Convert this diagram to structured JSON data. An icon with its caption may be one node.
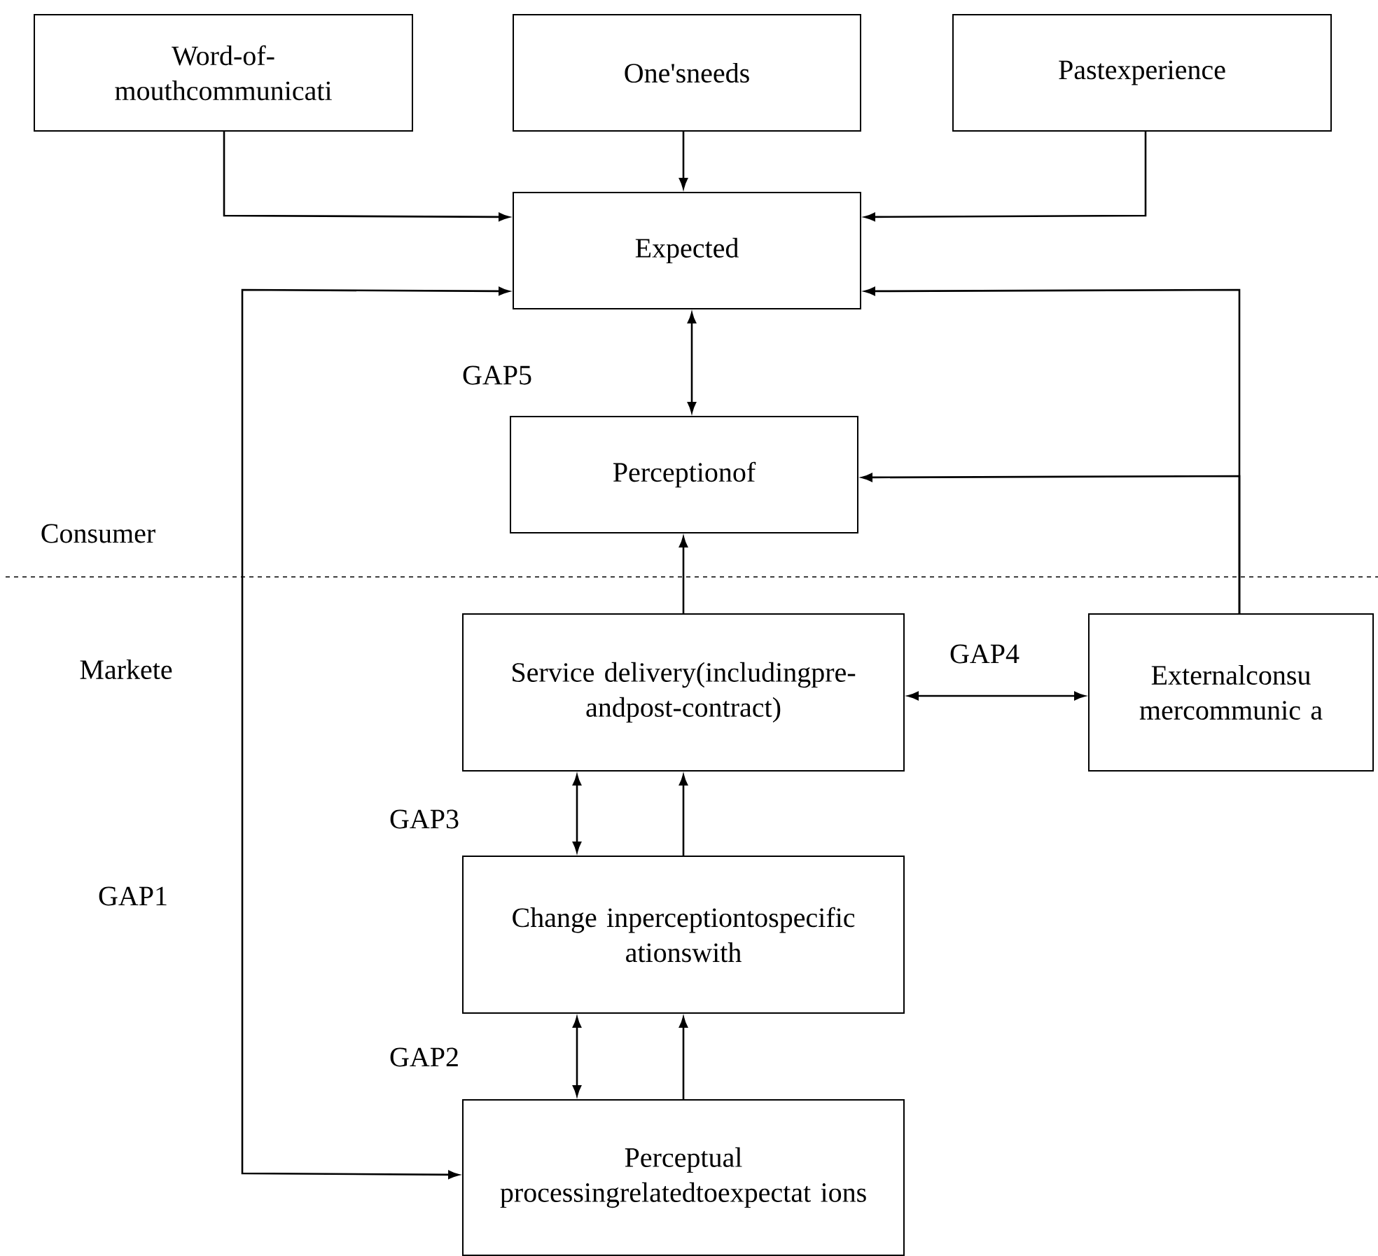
{
  "diagram": {
    "nodes": [
      {
        "text": [
          "Word-of- mouthcommunicati"
        ]
      },
      {
        "text": [
          "One'sneeds"
        ]
      },
      {
        "text": [
          "Pastexperience"
        ]
      },
      {
        "text": [
          "Expected"
        ]
      },
      {
        "text": [
          "Perceptionof"
        ]
      },
      {
        "text": [
          "Service delivery(includingpre- andpost-contract)"
        ]
      },
      {
        "text": [
          "Externalconsu mercommunic a"
        ]
      },
      {
        "text": [
          "Change inperceptiontospecific ationswith"
        ]
      },
      {
        "text": [
          "Perceptual processingrelatedtoexpectat ions"
        ]
      }
    ],
    "edges": [
      {
        "from": 0,
        "to": 3,
        "arrow": "to"
      },
      {
        "from": 1,
        "to": 3,
        "arrow": "to"
      },
      {
        "from": 2,
        "to": 3,
        "arrow": "to"
      },
      {
        "from": 8,
        "to": 3,
        "arrow": "both"
      },
      {
        "from": 3,
        "to": 4,
        "arrow": "both"
      },
      {
        "from": 6,
        "to": 3,
        "arrow": "to"
      },
      {
        "from": 6,
        "to": 4,
        "arrow": "to"
      },
      {
        "from": 5,
        "to": 4,
        "arrow": "to"
      },
      {
        "from": 5,
        "to": 6,
        "arrow": "both"
      },
      {
        "from": 7,
        "to": 5,
        "arrow": "both"
      },
      {
        "from": 7,
        "to": 5,
        "arrow": "to"
      },
      {
        "from": 8,
        "to": 7,
        "arrow": "both"
      },
      {
        "from": 8,
        "to": 7,
        "arrow": "to"
      }
    ],
    "labels": [
      "GAP5",
      "Consumer",
      "Markete",
      "GAP4",
      "GAP3",
      "GAP1",
      "GAP2"
    ]
  }
}
